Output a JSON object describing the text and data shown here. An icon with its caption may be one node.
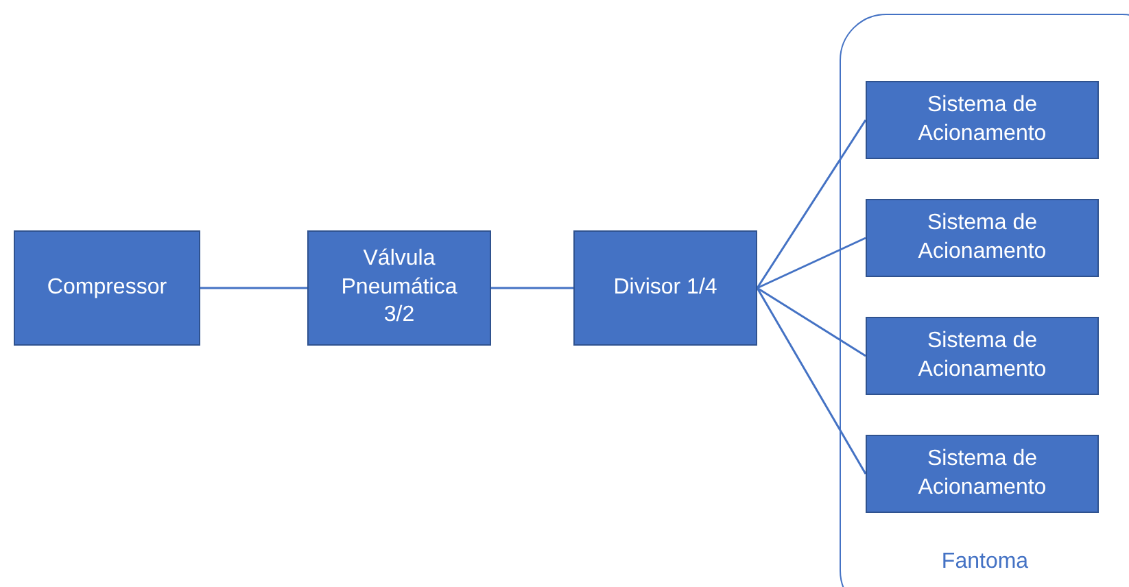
{
  "diagram": {
    "nodes": [
      {
        "text": [
          "Compressor"
        ]
      },
      {
        "text": [
          "Válvula Pneumática 3/2"
        ]
      },
      {
        "text": [
          "Divisor 1/4"
        ]
      },
      {
        "text": [
          "Fantoma"
        ]
      },
      {
        "text": [
          "Sistema de Acionamento"
        ],
        "in": 3
      },
      {
        "text": [
          "Sistema de Acionamento"
        ],
        "in": 3
      },
      {
        "text": [
          "Sistema de Acionamento"
        ],
        "in": 3
      },
      {
        "text": [
          "Sistema de Acionamento"
        ],
        "in": 3
      }
    ],
    "edges": [
      {
        "from": 0,
        "to": 1,
        "arrow": "none"
      },
      {
        "from": 1,
        "to": 2,
        "arrow": "none"
      },
      {
        "from": 2,
        "to": 4,
        "arrow": "none"
      },
      {
        "from": 2,
        "to": 5,
        "arrow": "none"
      },
      {
        "from": 2,
        "to": 6,
        "arrow": "none"
      },
      {
        "from": 2,
        "to": 7,
        "arrow": "none"
      }
    ]
  }
}
